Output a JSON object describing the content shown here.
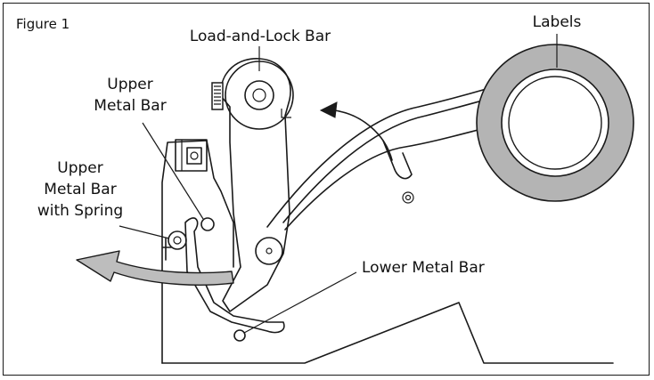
{
  "figure": {
    "caption": "Figure 1",
    "labels": {
      "load_and_lock_bar": "Load-and-Lock Bar",
      "labels_roll": "Labels",
      "upper_metal_bar_line1": "Upper",
      "upper_metal_bar_line2": "Metal Bar",
      "upper_spring_line1": "Upper",
      "upper_spring_line2": "Metal Bar",
      "upper_spring_line3": "with Spring",
      "lower_metal_bar": "Lower Metal Bar"
    },
    "colors": {
      "roll_fill": "#b4b4b4",
      "arrow_fill": "#bdbdbd",
      "line": "#1a1a1a"
    }
  }
}
